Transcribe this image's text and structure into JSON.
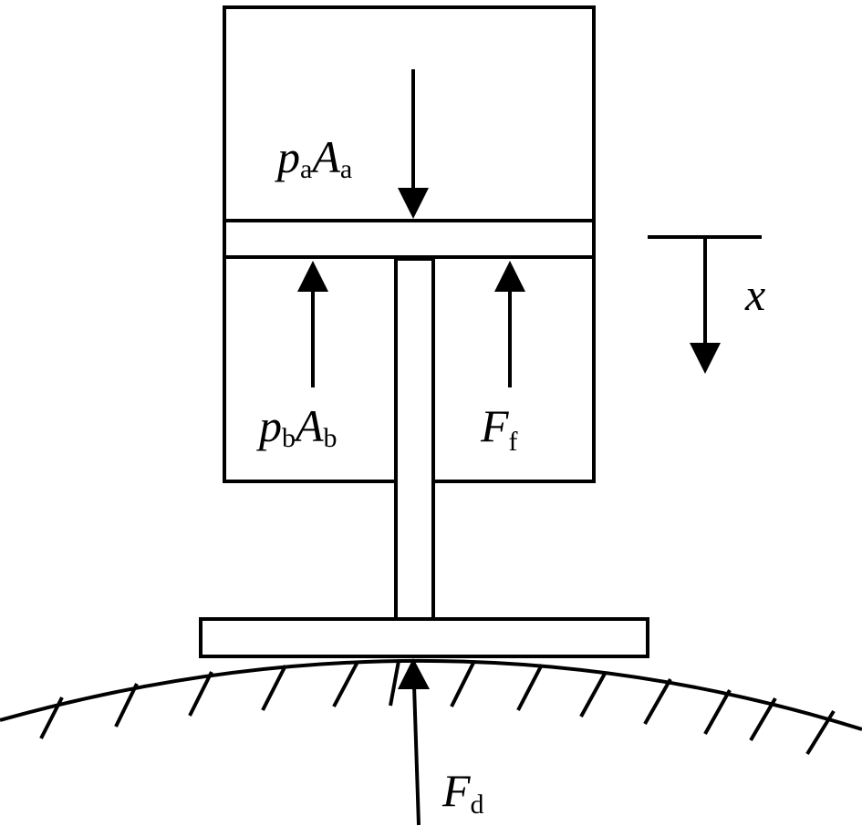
{
  "labels": {
    "pa": "p",
    "pa_sub": "a",
    "Aa": "A",
    "Aa_sub": "a",
    "pb": "p",
    "pb_sub": "b",
    "Ab": "A",
    "Ab_sub": "b",
    "Ff": "F",
    "Ff_sub": "f",
    "Fd": "F",
    "Fd_sub": "d",
    "x": "x"
  },
  "colors": {
    "stroke": "#000000",
    "background": "#ffffff"
  }
}
